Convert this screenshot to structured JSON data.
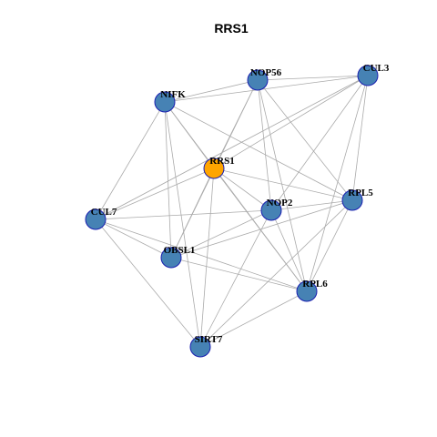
{
  "title": "RRS1",
  "colors": {
    "node_fill": "#4682b4",
    "hub_fill": "#ffa500",
    "node_border": "#1a1fb0",
    "edge": "#aaaaaa"
  },
  "nodes": [
    {
      "id": "RRS1",
      "label": "RRS1",
      "hub": true
    },
    {
      "id": "NOP56",
      "label": "NOP56"
    },
    {
      "id": "CUL3",
      "label": "CUL3"
    },
    {
      "id": "NIFK",
      "label": "NIFK"
    },
    {
      "id": "CUL7",
      "label": "CUL7"
    },
    {
      "id": "NOP2",
      "label": "NOP2"
    },
    {
      "id": "RPL5",
      "label": "RPL5"
    },
    {
      "id": "OBSL1",
      "label": "OBSL1"
    },
    {
      "id": "RPL6",
      "label": "RPL6"
    },
    {
      "id": "SIRT7",
      "label": "SIRT7"
    }
  ],
  "edges": [
    [
      "RRS1",
      "NOP56"
    ],
    [
      "RRS1",
      "CUL3"
    ],
    [
      "RRS1",
      "NIFK"
    ],
    [
      "RRS1",
      "CUL7"
    ],
    [
      "RRS1",
      "NOP2"
    ],
    [
      "RRS1",
      "RPL5"
    ],
    [
      "RRS1",
      "OBSL1"
    ],
    [
      "RRS1",
      "RPL6"
    ],
    [
      "RRS1",
      "SIRT7"
    ],
    [
      "NOP56",
      "CUL3"
    ],
    [
      "NOP56",
      "NIFK"
    ],
    [
      "NOP56",
      "NOP2"
    ],
    [
      "NOP56",
      "RPL5"
    ],
    [
      "NOP56",
      "RPL6"
    ],
    [
      "NOP56",
      "OBSL1"
    ],
    [
      "CUL3",
      "NIFK"
    ],
    [
      "CUL3",
      "NOP2"
    ],
    [
      "CUL3",
      "RPL5"
    ],
    [
      "CUL3",
      "RPL6"
    ],
    [
      "CUL3",
      "CUL7"
    ],
    [
      "NIFK",
      "CUL7"
    ],
    [
      "NIFK",
      "OBSL1"
    ],
    [
      "NIFK",
      "RPL5"
    ],
    [
      "NIFK",
      "RPL6"
    ],
    [
      "NIFK",
      "SIRT7"
    ],
    [
      "CUL7",
      "NOP2"
    ],
    [
      "CUL7",
      "OBSL1"
    ],
    [
      "CUL7",
      "RPL6"
    ],
    [
      "CUL7",
      "SIRT7"
    ],
    [
      "NOP2",
      "RPL5"
    ],
    [
      "NOP2",
      "OBSL1"
    ],
    [
      "NOP2",
      "RPL6"
    ],
    [
      "NOP2",
      "SIRT7"
    ],
    [
      "RPL5",
      "OBSL1"
    ],
    [
      "RPL5",
      "RPL6"
    ],
    [
      "RPL5",
      "SIRT7"
    ],
    [
      "OBSL1",
      "RPL6"
    ],
    [
      "RPL6",
      "SIRT7"
    ]
  ]
}
